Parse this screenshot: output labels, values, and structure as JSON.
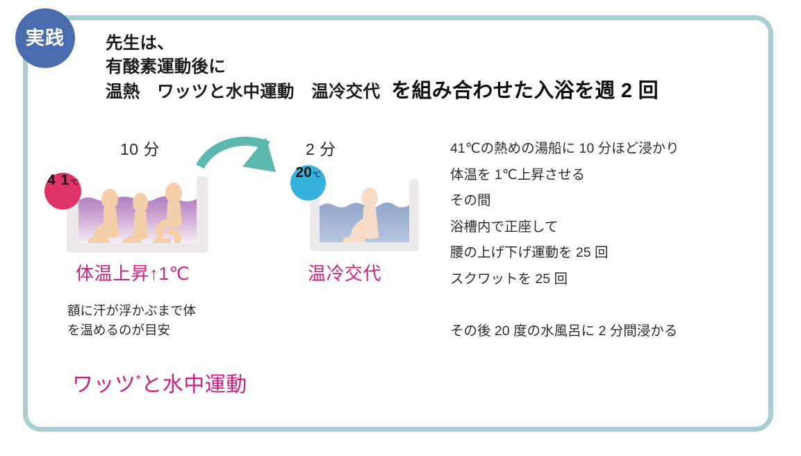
{
  "frame": {
    "border_color": "#a9cfd2",
    "background": "#ffffff"
  },
  "badge": {
    "label": "実践",
    "color": "#4a6cac",
    "text_color": "#ffffff"
  },
  "header": {
    "line1": "先生は、",
    "line2": "有酸素運動後に",
    "line3_left": "温熱　ワッツと水中運動　温冷交代",
    "line3_right": "を組み合わせた入浴を週 2 回"
  },
  "steps": {
    "hot": {
      "duration": "10 分",
      "temperature_value": "4 1",
      "temperature_unit": "℃",
      "badge_color": "#dd3366",
      "caption": "体温上昇↑1℃",
      "caption_color": "#cc1f7f",
      "water_color_top": "#b07cc0",
      "water_color_bottom": "#f6eef6",
      "occupants": 3
    },
    "cold": {
      "duration": "2 分",
      "temperature_value": "20",
      "temperature_unit": "℃",
      "badge_color": "#35b3dd",
      "caption": "温冷交代",
      "caption_color": "#cc1f7f",
      "water_color_top": "#8fa3c8",
      "water_color_bottom": "#b8c6de",
      "occupants": 1
    }
  },
  "arrow": {
    "color": "#5cb8ae",
    "direction": "hot-to-cold"
  },
  "note_left": {
    "line1": "額に汗が浮かぶまで体",
    "line2": "を温めるのが目安"
  },
  "watsu": {
    "prefix": "ワッツ",
    "superscript": "*",
    "suffix": "と水中運動",
    "color": "#cc1f7f"
  },
  "description": {
    "lines": [
      "41℃の熱めの湯船に 10 分ほど浸かり",
      "体温を 1℃上昇させる",
      "その間",
      "浴槽内で正座して",
      "腰の上げ下げ運動を 25 回",
      "スクワットを 25 回",
      "",
      "その後 20 度の水風呂に 2 分間浸かる"
    ]
  }
}
